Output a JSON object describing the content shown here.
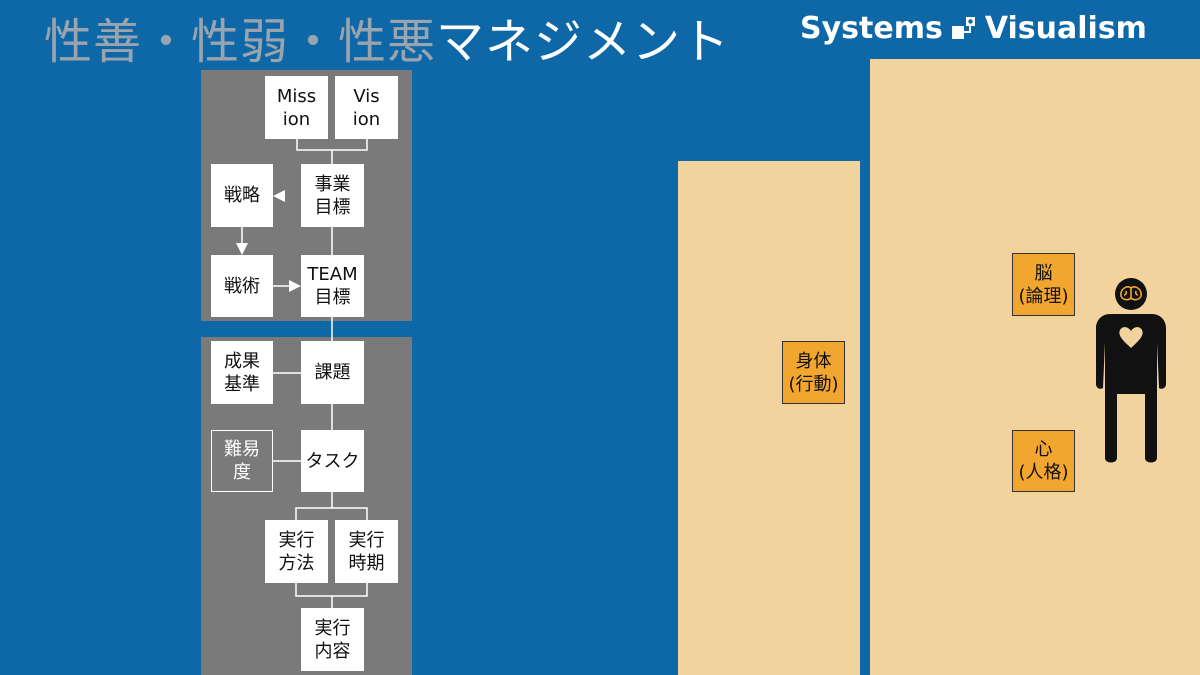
{
  "header": {
    "title_part1": "性善・性弱・性悪",
    "title_part2": "マネジメント"
  },
  "logo": {
    "word1": "Systems",
    "word2": "Visualism",
    "icon": "systems-logo-icon"
  },
  "flow": {
    "mission": "Miss\nion",
    "vision": "Vis\nion",
    "business_goal": "事業\n目標",
    "strategy": "戦略",
    "tactics": "戦術",
    "team_goal": "TEAM\n目標",
    "success_criteria": "成果\n基準",
    "issue": "課題",
    "difficulty": "難易\n度",
    "task": "タスク",
    "exec_method": "実行\n方法",
    "exec_time": "実行\n時期",
    "exec_content": "実行\n内容"
  },
  "right": {
    "body": "身体\n(行動)",
    "brain": "脳\n(論理)",
    "heart": "心\n(人格)",
    "figure_icon": "human-figure-icon"
  },
  "colors": {
    "background": "#0e67a6",
    "panel": "#7a7a7a",
    "column": "#f2d39e",
    "tag": "#f2a630"
  }
}
